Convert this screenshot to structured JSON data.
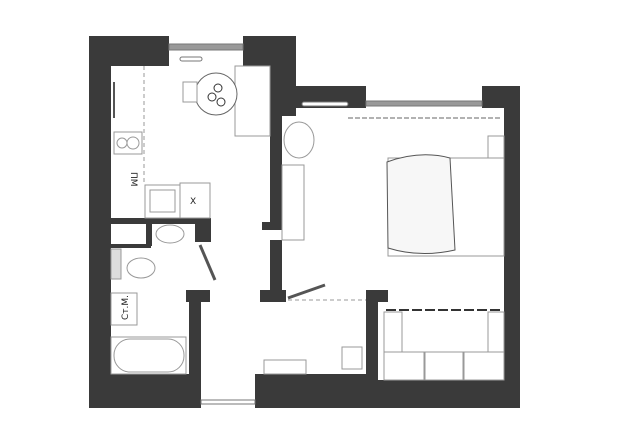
{
  "plan": {
    "type": "apartment floor plan (top view)",
    "colors": {
      "wall": "#3a3a3a",
      "floor": "#ffffff",
      "furniture_stroke": "#888888",
      "background": "#ffffff"
    },
    "rooms": [
      {
        "id": "kitchen",
        "name": "kitchen-dining"
      },
      {
        "id": "bathroom",
        "name": "bathroom"
      },
      {
        "id": "hallway",
        "name": "hallway"
      },
      {
        "id": "bedroom",
        "name": "bedroom"
      },
      {
        "id": "loggia",
        "name": "loggia / balcony"
      }
    ],
    "labels": {
      "dishwasher": "ПМ",
      "fridge": "Х",
      "washing_machine": "Ст.М."
    },
    "furniture": [
      "round dining table",
      "chair",
      "sofa bench",
      "cooktop",
      "kitchen sink",
      "fridge",
      "washbasin",
      "toilet",
      "washing machine",
      "bathtub",
      "armchair",
      "desk",
      "double bed",
      "nightstand",
      "wardrobe",
      "shoe bench",
      "pouf",
      "balcony seating"
    ]
  }
}
